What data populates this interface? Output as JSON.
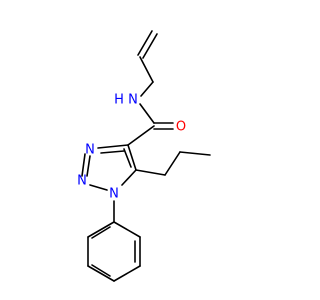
{
  "colors": {
    "background": "#ffffff",
    "bond": "#000000",
    "nitrogen": "#0000ff",
    "oxygen": "#ff0000"
  },
  "atom_labels": {
    "amide_nh": "H",
    "amide_n": "N",
    "carbonyl_o": "O",
    "triazole_n2_left": "N",
    "triazole_n2_right": "N",
    "triazole_n1": "N"
  }
}
